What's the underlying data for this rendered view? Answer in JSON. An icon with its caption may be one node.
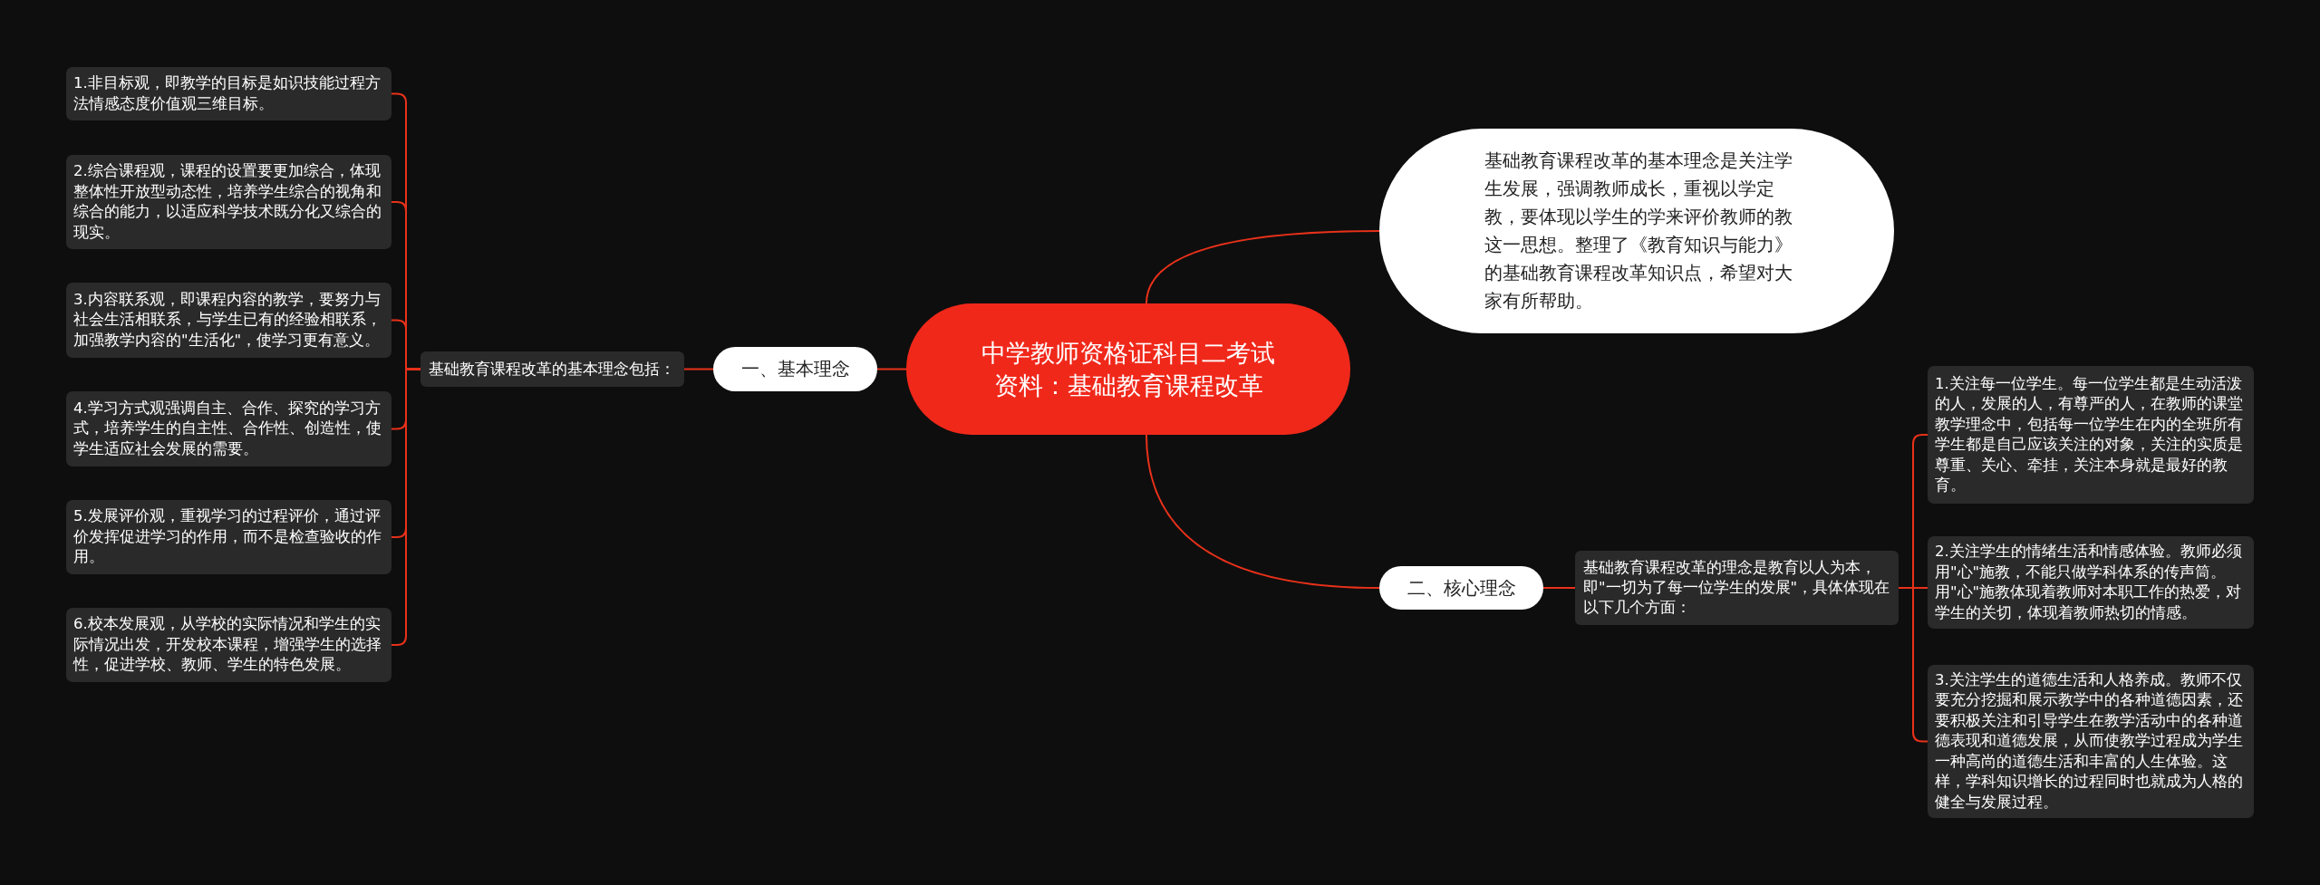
{
  "diagram": {
    "nodes": [
      {
        "text": [
          "中学教师资格证科目二考试资料：基础教育课程改革"
        ]
      },
      {
        "text": [
          "基础教育课程改革的基本理念是关注学生发展，强调教师成长，重视以学定教，要体现以学生的学来评价教师的教这一思想。整理了《教育知识与能力》的基础教育课程改革知识点，希望对大家有所帮助。"
        ]
      },
      {
        "text": [
          "一、基本理念"
        ]
      },
      {
        "text": [
          "基础教育课程改革的基本理念包括："
        ]
      },
      {
        "text": [
          "1.非目标观，即教学的目标是如识技能过程方法情感态度价值观三维目标。"
        ]
      },
      {
        "text": [
          "2.综合课程观，课程的设置要更加综合，体现整体性开放型动态性，培养学生综合的视角和综合的能力，以适应科学技术既分化又综合的现实。"
        ]
      },
      {
        "text": [
          "3.内容联系观，即课程内容的教学，要努力与社会生活相联系，与学生已有的经验相联系，加强教学内容的\"生活化\"，使学习更有意义。"
        ]
      },
      {
        "text": [
          "4.学习方式观强调自主、合作、探究的学习方式，培养学生的自主性、合作性、创造性，使学生适应社会发展的需要。"
        ]
      },
      {
        "text": [
          "5.发展评价观，重视学习的过程评价，通过评价发挥促进学习的作用，而不是检查验收的作用。"
        ]
      },
      {
        "text": [
          "6.校本发展观，从学校的实际情况和学生的实际情况出发，开发校本课程，增强学生的选择性，促进学校、教师、学生的特色发展。"
        ]
      },
      {
        "text": [
          "二、核心理念"
        ]
      },
      {
        "text": [
          "基础教育课程改革的理念是教育以人为本，即\"一切为了每一位学生的发展\"，具体体现在以下几个方面："
        ]
      },
      {
        "text": [
          "1.关注每一位学生。每一位学生都是生动活泼的人，发展的人，有尊严的人，在教师的课堂教学理念中，包括每一位学生在内的全班所有学生都是自己应该关注的对象，关注的实质是尊重、关心、牵挂，关注本身就是最好的教育。"
        ]
      },
      {
        "text": [
          "2.关注学生的情绪生活和情感体验。教师必须用\"心\"施教，不能只做学科体系的传声筒。用\"心\"施教体现着教师对本职工作的热爱，对学生的关切，体现着教师热切的情感。"
        ]
      },
      {
        "text": [
          "3.关注学生的道德生活和人格养成。教师不仅要充分挖掘和展示教学中的各种道德因素，还要积极关注和引导学生在教学活动中的各种道德表现和道德发展，从而使教学过程成为学生一种高尚的道德生活和丰富的人生体验。这样，学科知识增长的过程同时也就成为人格的健全与发展过程。"
        ]
      }
    ],
    "edges": [
      {
        "from": 0,
        "to": 1,
        "arrow": "none"
      },
      {
        "from": 0,
        "to": 2,
        "arrow": "none"
      },
      {
        "from": 2,
        "to": 3,
        "arrow": "none"
      },
      {
        "from": 3,
        "to": 4,
        "arrow": "none"
      },
      {
        "from": 3,
        "to": 5,
        "arrow": "none"
      },
      {
        "from": 3,
        "to": 6,
        "arrow": "none"
      },
      {
        "from": 3,
        "to": 7,
        "arrow": "none"
      },
      {
        "from": 3,
        "to": 8,
        "arrow": "none"
      },
      {
        "from": 3,
        "to": 9,
        "arrow": "none"
      },
      {
        "from": 0,
        "to": 10,
        "arrow": "none"
      },
      {
        "from": 10,
        "to": 11,
        "arrow": "none"
      },
      {
        "from": 11,
        "to": 12,
        "arrow": "none"
      },
      {
        "from": 11,
        "to": 13,
        "arrow": "none"
      },
      {
        "from": 11,
        "to": 14,
        "arrow": "none"
      }
    ]
  }
}
